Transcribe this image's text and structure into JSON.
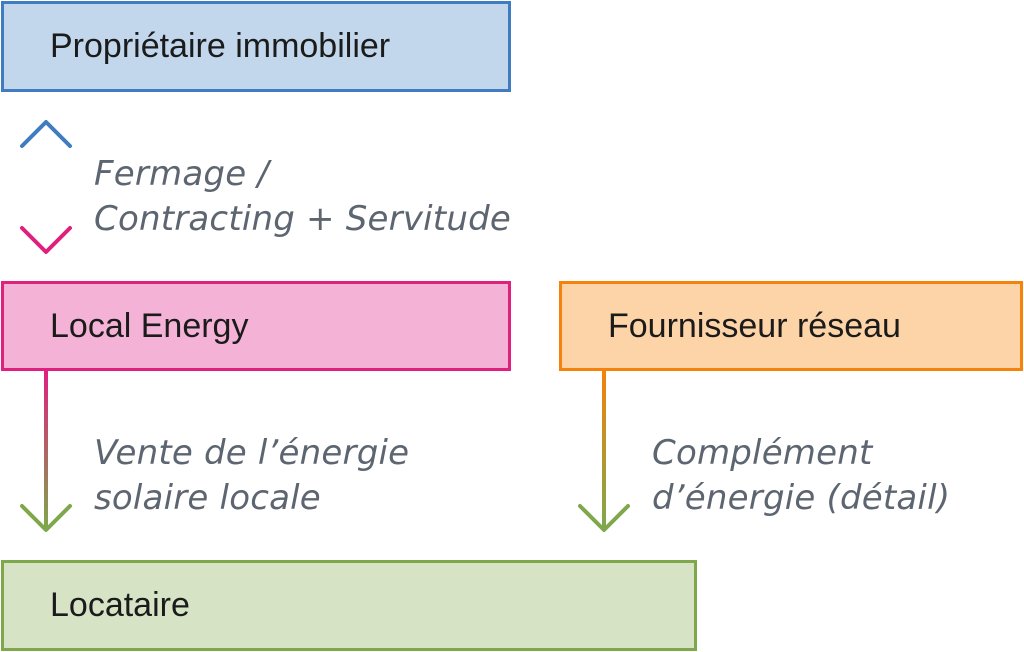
{
  "nodes": {
    "owner": "Propriétaire immobilier",
    "local_energy": "Local Energy",
    "supplier": "Fournisseur réseau",
    "tenant": "Locataire"
  },
  "edges": {
    "lease": {
      "line1": "Fermage /",
      "line2": "Contracting + Servitude"
    },
    "sale": {
      "line1": "Vente de l’énergie",
      "line2": "solaire locale"
    },
    "supply": {
      "line1": "Complément",
      "line2": "d’énergie (détail)"
    }
  },
  "colors": {
    "owner_border": "#3f7cc0",
    "local_border": "#e0207f",
    "supplier_border": "#f5820b",
    "tenant_border": "#7ea84b",
    "label_text": "#5d6570"
  }
}
